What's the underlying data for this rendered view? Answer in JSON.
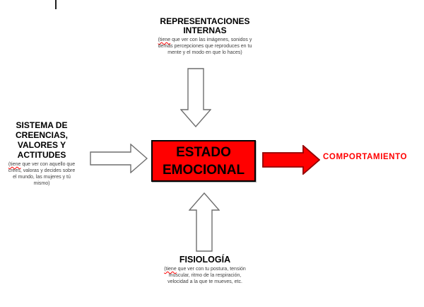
{
  "top_block": {
    "title": "REPRESENTACIONES\nINTERNAS",
    "desc_first_word": "(tiene",
    "desc_rest": " que ver con las imágenes, sonidos y\ndemás percepciones que reproduces en tu\nmente y el modo en que lo haces)"
  },
  "left_block": {
    "title": "SISTEMA DE\nCREENCIAS,\nVALORES Y\nACTITUDES",
    "desc_first_word": "(tiene",
    "desc_rest": " que ver con aquello que\ncrees, valoras y decides sobre\nel mundo, las mujeres y tú\nmismo)"
  },
  "bottom_block": {
    "title": "FISIOLOGÍA",
    "desc_first_word": "(tiene",
    "desc_rest": " que ver con tu postura, tensión\nmuscular, ritmo de la respiración,\nvelocidad a la que te mueves, etc."
  },
  "center_box": {
    "label": "ESTADO\nEMOCIONAL"
  },
  "right_label": {
    "text": "COMPORTAMIENTO"
  },
  "colors": {
    "box_fill": "#ff0000",
    "box_border": "#000000",
    "red_arrow_fill": "#ff0000",
    "red_arrow_border": "#900000",
    "hollow_arrow_border": "#6e6e6e",
    "behavior_text": "#ff0000",
    "misspell_underline": "#ff0000"
  }
}
